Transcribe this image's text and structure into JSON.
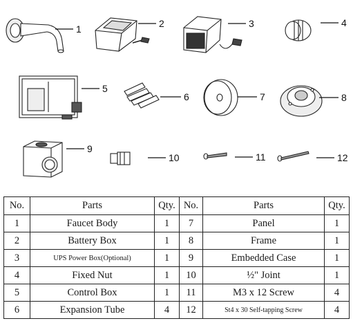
{
  "callouts": [
    "1",
    "2",
    "3",
    "4",
    "5",
    "6",
    "7",
    "8",
    "9",
    "10",
    "11",
    "12"
  ],
  "table": {
    "headers": [
      "No.",
      "Parts",
      "Qty.",
      "No.",
      "Parts",
      "Qty."
    ],
    "rows": [
      {
        "no_a": "1",
        "part_a": "Faucet Body",
        "qty_a": "1",
        "no_b": "7",
        "part_b": "Panel",
        "qty_b": "1"
      },
      {
        "no_a": "2",
        "part_a": "Battery Box",
        "qty_a": "1",
        "no_b": "8",
        "part_b": "Frame",
        "qty_b": "1"
      },
      {
        "no_a": "3",
        "part_a": "UPS Power Box(Optional)",
        "qty_a": "1",
        "no_b": "9",
        "part_b": "Embedded Case",
        "qty_b": "1"
      },
      {
        "no_a": "4",
        "part_a": "Fixed Nut",
        "qty_a": "1",
        "no_b": "10",
        "part_b": "½\" Joint",
        "qty_b": "1"
      },
      {
        "no_a": "5",
        "part_a": "Control Box",
        "qty_a": "1",
        "no_b": "11",
        "part_b": "M3 x 12 Screw",
        "qty_b": "4"
      },
      {
        "no_a": "6",
        "part_a": "Expansion Tube",
        "qty_a": "4",
        "no_b": "12",
        "part_b": "St4 x 30 Self-tapping Screw",
        "qty_b": "4"
      }
    ]
  }
}
